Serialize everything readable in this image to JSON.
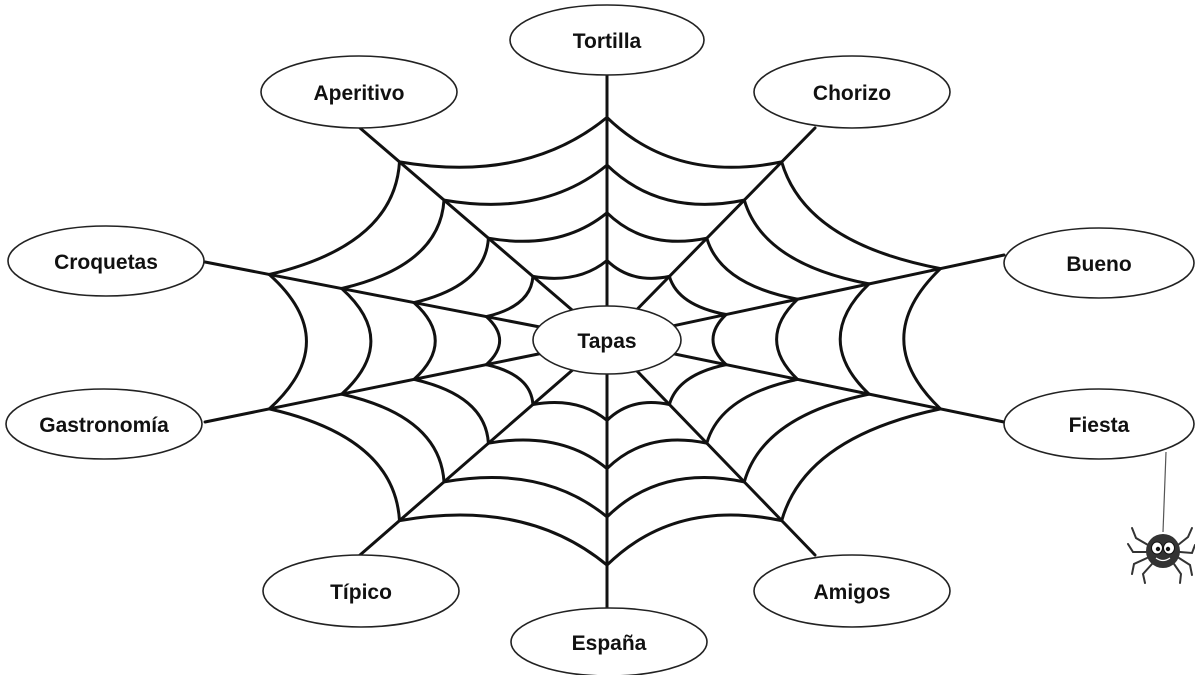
{
  "center": {
    "label": "Tapas"
  },
  "words": [
    "Tortilla",
    "Chorizo",
    "Bueno",
    "Fiesta",
    "Amigos",
    "España",
    "Típico",
    "Gastronomía",
    "Croquetas",
    "Aperitivo"
  ],
  "colors": {
    "ink": "#111111",
    "background": "#ffffff",
    "spider": "#333333"
  },
  "icons": {
    "spider": "spider-icon"
  }
}
